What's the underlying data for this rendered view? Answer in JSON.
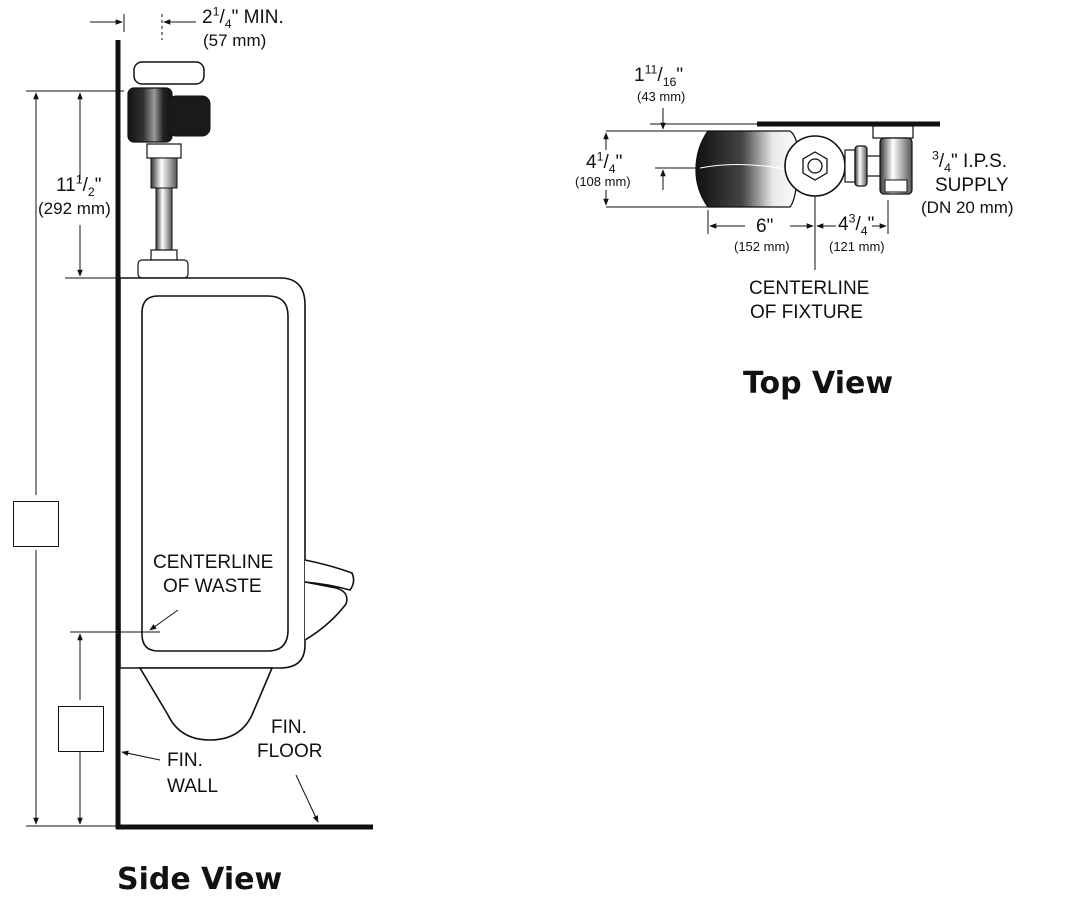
{
  "side_view": {
    "title": "Side View",
    "dim_top": {
      "whole": "2",
      "frac_num": "1",
      "frac_den": "4",
      "suffix": "\" MIN.",
      "metric": "(57 mm)"
    },
    "dim_height": {
      "whole": "11",
      "frac_num": "1",
      "frac_den": "2",
      "suffix": "\"",
      "metric": "(292 mm)"
    },
    "centerline_waste": {
      "line1": "CENTERLINE",
      "line2": "OF WASTE"
    },
    "fin_wall": {
      "line1": "FIN.",
      "line2": "WALL"
    },
    "fin_floor": {
      "line1": "FIN.",
      "line2": "FLOOR"
    }
  },
  "top_view": {
    "title": "Top View",
    "dim_offset": {
      "whole": "1",
      "frac_num": "11",
      "frac_den": "16",
      "suffix": "\"",
      "metric": "(43 mm)"
    },
    "dim_depth": {
      "whole": "4",
      "frac_num": "1",
      "frac_den": "4",
      "suffix": "\"",
      "metric": "(108 mm)"
    },
    "dim_left": {
      "main": "6\"",
      "metric": "(152 mm)"
    },
    "dim_right": {
      "whole": "4",
      "frac_num": "3",
      "frac_den": "4",
      "suffix": "\"",
      "metric": "(121 mm)"
    },
    "supply": {
      "frac_num": "3",
      "frac_den": "4",
      "line1_rest": "\" I.P.S.",
      "line2": "SUPPLY",
      "line3": "(DN 20 mm)"
    },
    "centerline_fixture": {
      "line1": "CENTERLINE",
      "line2": "OF FIXTURE"
    }
  }
}
